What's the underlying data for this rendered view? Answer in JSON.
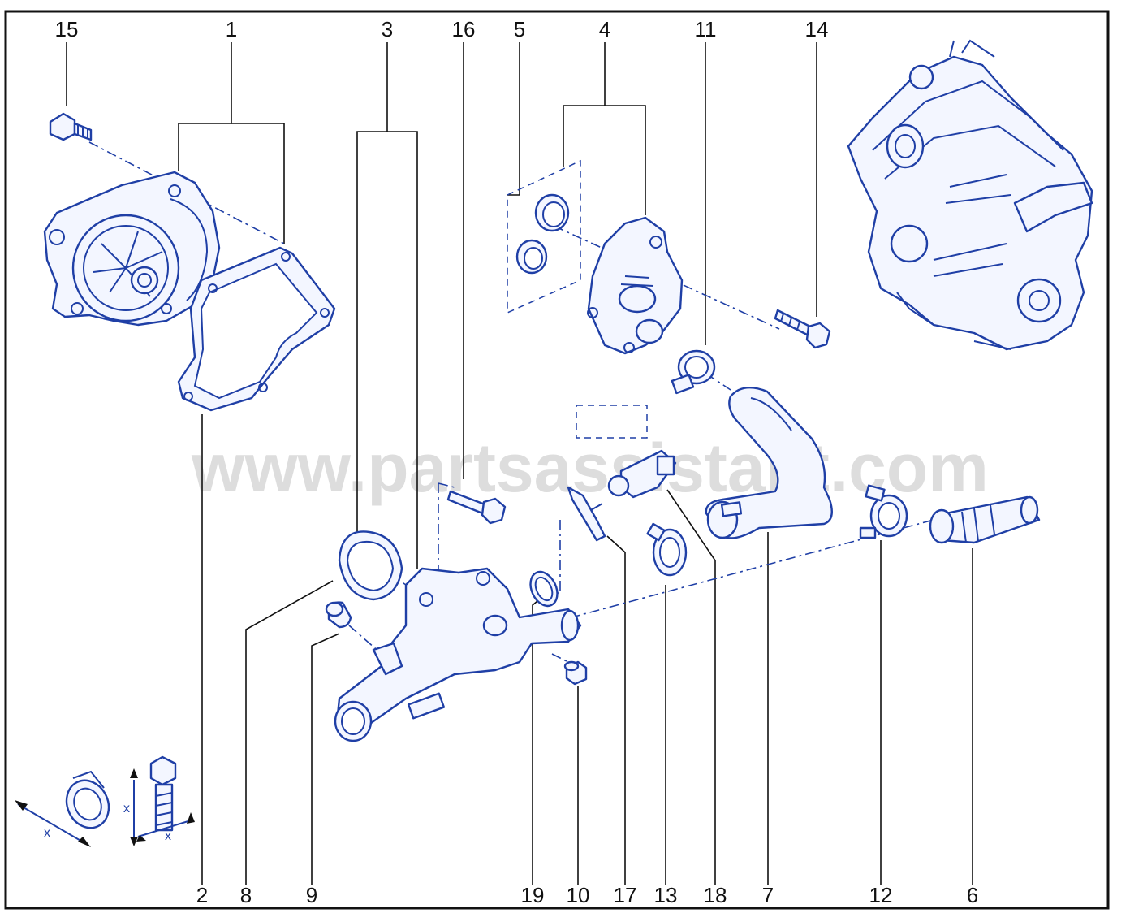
{
  "watermark": "www.partsassistant.com",
  "callouts_top": [
    "15",
    "1",
    "3",
    "16",
    "5",
    "4",
    "11",
    "14"
  ],
  "callouts_bottom": [
    "2",
    "8",
    "9",
    "19",
    "10",
    "17",
    "13",
    "18",
    "7",
    "12",
    "6"
  ],
  "dimension_label_1": "x",
  "dimension_label_2": "x",
  "dimension_label_3": "x",
  "colors": {
    "line": "#1f3fa6",
    "fill": "#f3f6ff",
    "text": "#111111",
    "border": "#111111"
  }
}
